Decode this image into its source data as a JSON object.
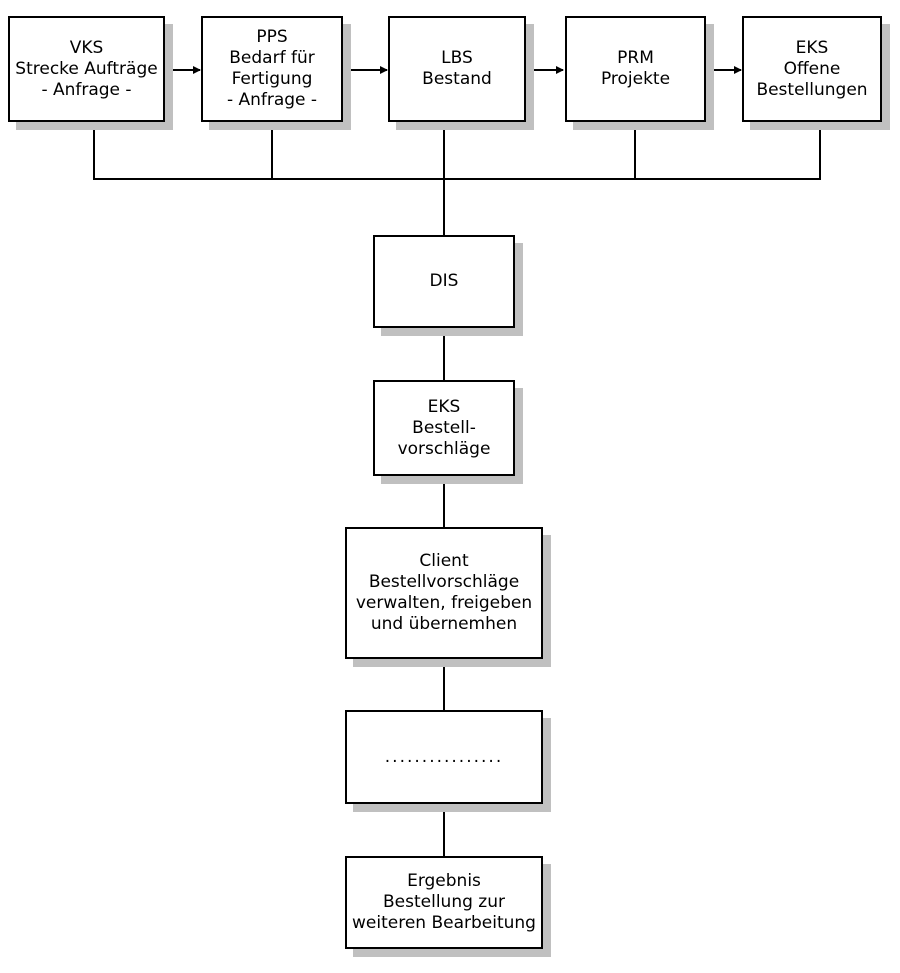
{
  "top_row": {
    "vks": {
      "line1": "VKS",
      "line2": "Strecke Aufträge",
      "line3": "- Anfrage -"
    },
    "pps": {
      "line1": "PPS",
      "line2": "Bedarf für",
      "line3": "Fertigung",
      "line4": "- Anfrage -"
    },
    "lbs": {
      "line1": "LBS",
      "line2": "Bestand"
    },
    "prm": {
      "line1": "PRM",
      "line2": "Projekte"
    },
    "eks_offen": {
      "line1": "EKS",
      "line2": "Offene",
      "line3": "Bestellungen"
    }
  },
  "chain": {
    "dis": {
      "line1": "DIS"
    },
    "eks_vorschlaege": {
      "line1": "EKS",
      "line2": "Bestell-",
      "line3": "vorschläge"
    },
    "client": {
      "line1": "Client",
      "line2": "Bestellvorschläge",
      "line3": "verwalten, freigeben",
      "line4": "und übernemhen"
    },
    "placeholder": {
      "line1": "................"
    },
    "ergebnis": {
      "line1": "Ergebnis",
      "line2": "Bestellung zur",
      "line3": "weiteren Bearbeitung"
    }
  },
  "colors": {
    "line": "#000000",
    "shadow": "#c0c0c0",
    "box_fill": "#ffffff"
  }
}
